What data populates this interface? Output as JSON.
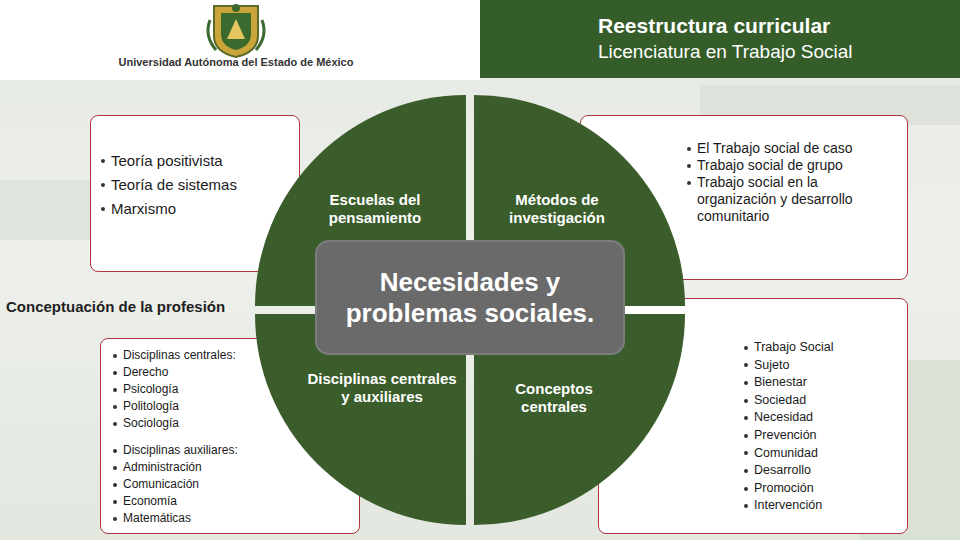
{
  "diagram": {
    "title": "Reestructura curricular",
    "nodes": [
      {
        "text": [
          "Teoría positivista",
          "Teoría de sistemas",
          "Marxismo"
        ]
      },
      {
        "text": [
          "Escuelas del pensamiento"
        ]
      },
      {
        "text": [
          "Métodos de investigación"
        ]
      },
      {
        "text": [
          "El Trabajo social de caso",
          "Trabajo social de grupo",
          "Trabajo social en la organización y desarrollo comunitario"
        ]
      },
      {
        "text": [
          "Necesidades y problemas sociales."
        ]
      },
      {
        "text": [
          "Disciplinas centrales:",
          "Derecho",
          "Psicología",
          "Politología",
          "Sociología",
          "Disciplinas auxiliares:",
          "Administración",
          "Comunicación",
          "Economía",
          "Matemáticas"
        ]
      },
      {
        "text": [
          "Disciplinas centrales y auxiliares"
        ]
      },
      {
        "text": [
          "Conceptos centrales"
        ]
      },
      {
        "text": [
          "Trabajo Social",
          "Sujeto",
          "Bienestar",
          "Sociedad",
          "Necesidad",
          "Prevención",
          "Comunidad",
          "Desarrollo",
          "Promoción",
          "Intervención"
        ]
      }
    ],
    "labels": [
      "Universidad Autónoma del Estado de México",
      "Licenciatura en Trabajo Social",
      "Conceptuación de la profesión"
    ]
  }
}
